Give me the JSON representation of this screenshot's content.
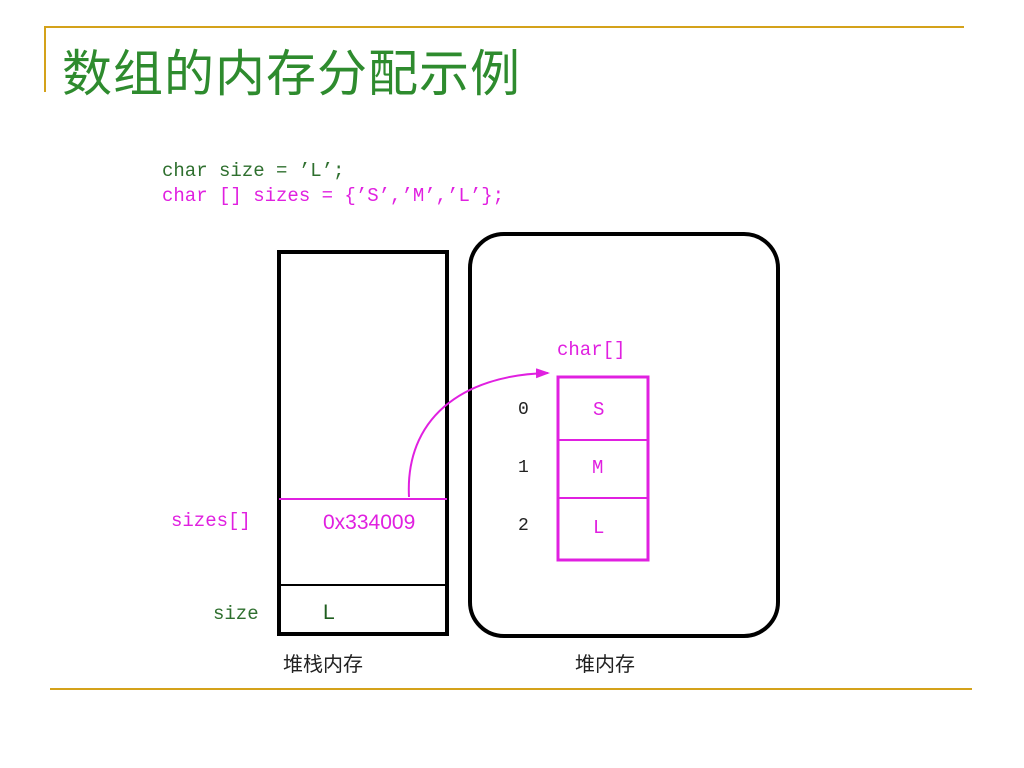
{
  "title": "数组的内存分配示例",
  "code": {
    "line1": "char size = ’L’;",
    "line2": "char [] sizes = {’S’,’M’,’L’};"
  },
  "stack": {
    "caption": "堆栈内存",
    "sizes_label": "sizes[]",
    "sizes_value": "0x334009",
    "size_label": "size",
    "size_value": "L"
  },
  "heap": {
    "caption": "堆内存",
    "array_type": "char[]",
    "indices": [
      "0",
      "1",
      "2"
    ],
    "cells": [
      "S",
      "M",
      "L"
    ]
  },
  "colors": {
    "title": "#2e8b2e",
    "accent_line": "#d4a21a",
    "magenta": "#e020e0",
    "green": "#2e6f2e"
  }
}
